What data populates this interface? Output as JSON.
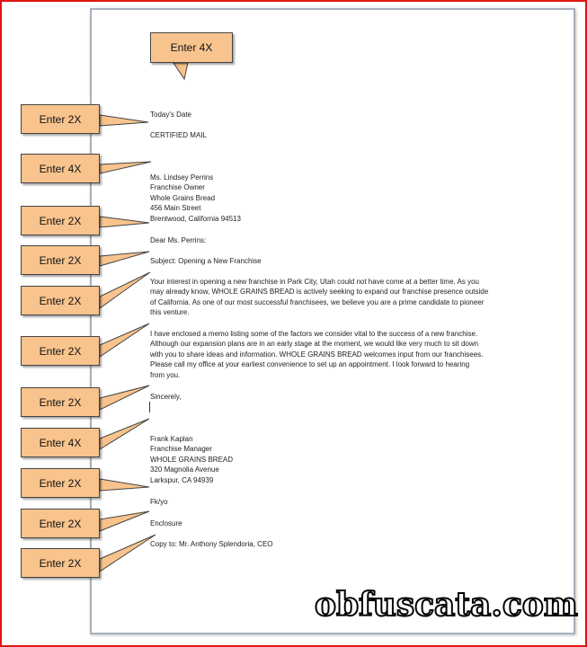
{
  "letter": {
    "date": "Today's Date",
    "mail_type": "CERTIFIED MAIL",
    "recipient": [
      "Ms. Lindsey Perrins",
      "Franchise Owner",
      "Whole Grains Bread",
      "456 Main Street",
      "Brentwood, California 94513"
    ],
    "salutation": "Dear Ms. Perrins:",
    "subject": "Subject: Opening a New Franchise",
    "paragraph1": [
      "Your interest in opening a new franchise in Park City, Utah could not have come at a better time. As you",
      "may already know, WHOLE GRAINS BREAD is actively seeking to expand our franchise presence outside",
      "of California. As one of our most successful franchisees, we believe you are a prime candidate to pioneer",
      "this venture."
    ],
    "paragraph2": [
      "I have enclosed a memo listing some of the factors we consider vital to the success of a new franchise.",
      "Although our expansion plans are in an early stage at the moment, we would like very much to sit down",
      "with you to share ideas and information. WHOLE GRAINS BREAD welcomes input from our franchisees.",
      "Please call my office at your earliest convenience to set up an appointment. I look forward to hearing",
      "from you."
    ],
    "closing": "Sincerely,",
    "sender": [
      "Frank Kaplan",
      "Franchise Manager",
      "WHOLE GRAINS BREAD",
      "320 Magnolia Avenue",
      "Larkspur, CA 94939"
    ],
    "initials": "Fk/yo",
    "enclosure": "Enclosure",
    "copy": "Copy to: Mr. Anthony Splendoria, CEO"
  },
  "callouts": {
    "top": "Enter 4X",
    "c1": "Enter 2X",
    "c2": "Enter 4X",
    "c3": "Enter 2X",
    "c4": "Enter 2X",
    "c5": "Enter 2X",
    "c6": "Enter 2X",
    "c7": "Enter 2X",
    "c8": "Enter 4X",
    "c9": "Enter 2X",
    "c10": "Enter 2X",
    "c11": "Enter 2X"
  },
  "watermark": "obfuscata.com",
  "colors": {
    "callout_fill": "#f8c38d",
    "frame_border": "#e01515"
  }
}
